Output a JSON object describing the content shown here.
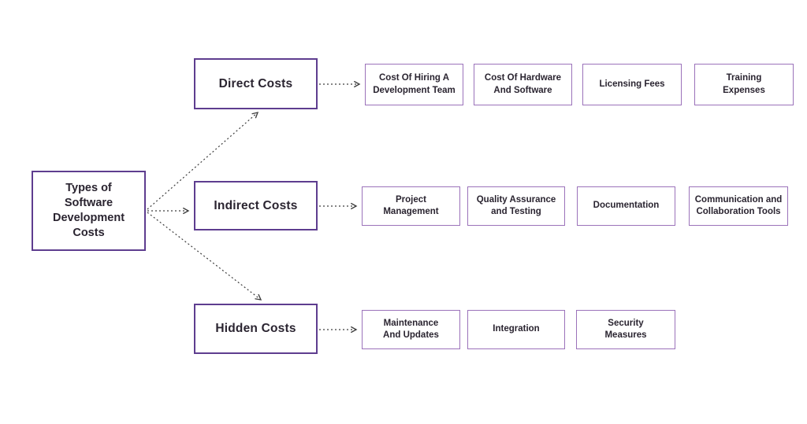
{
  "diagram": {
    "title": "Types of Software Development Costs diagram",
    "root_label": "Types of\nSoftware\nDevelopment\nCosts",
    "branches": [
      {
        "label": "Direct Costs",
        "children": [
          "Cost Of Hiring A\nDevelopment Team",
          "Cost Of Hardware\nAnd Software",
          "Licensing Fees",
          "Training\nExpenses"
        ]
      },
      {
        "label": "Indirect Costs",
        "children": [
          "Project\nManagement",
          "Quality Assurance\nand Testing",
          "Documentation",
          "Communication and\nCollaboration Tools"
        ]
      },
      {
        "label": "Hidden Costs",
        "children": [
          "Maintenance\nAnd Updates",
          "Integration",
          "Security\nMeasures"
        ]
      }
    ]
  },
  "colors": {
    "branch_border": "#5e3d8f",
    "leaf_border": "#9b72ba",
    "text": "#2a2430",
    "connector": "#3d3d3d",
    "background": "#ffffff"
  }
}
